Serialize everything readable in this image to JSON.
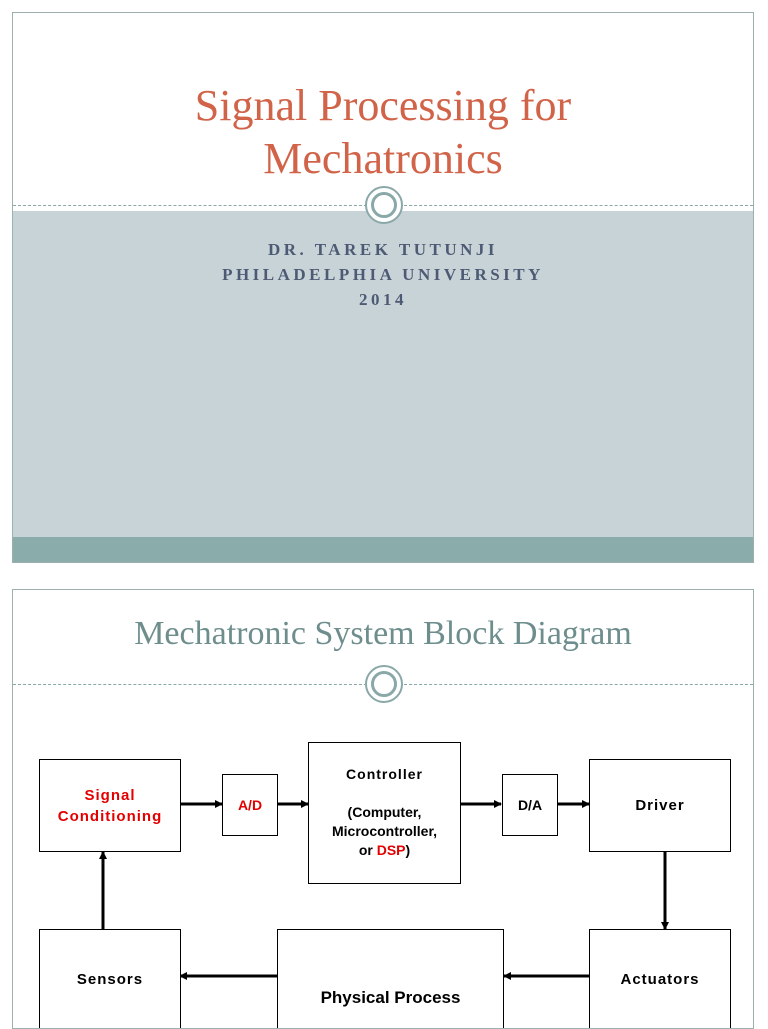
{
  "slide1": {
    "title_line1": "Signal Processing for",
    "title_line2": "Mechatronics",
    "author": "DR. TAREK TUTUNJI",
    "institution": "PHILADELPHIA UNIVERSITY",
    "year": "2014",
    "colors": {
      "title": "#d16349",
      "band": "#c8d3d8",
      "footer": "#8aacab",
      "subtitle": "#4d5a73"
    }
  },
  "slide2": {
    "title": "Mechatronic System Block Diagram",
    "blocks": {
      "signal_conditioning": {
        "line1": "Signal",
        "line2": "Conditioning"
      },
      "ad": "A/D",
      "controller": {
        "heading": "Controller",
        "line1": "(Computer,",
        "line2": "Microcontroller,",
        "line3_prefix": "or ",
        "line3_red": "DSP",
        "line3_suffix": ")"
      },
      "da": "D/A",
      "driver": "Driver",
      "sensors": "Sensors",
      "physical_process": "Physical Process",
      "actuators": "Actuators"
    },
    "colors": {
      "title": "#6e8e8d",
      "highlight": "#e30000"
    }
  }
}
